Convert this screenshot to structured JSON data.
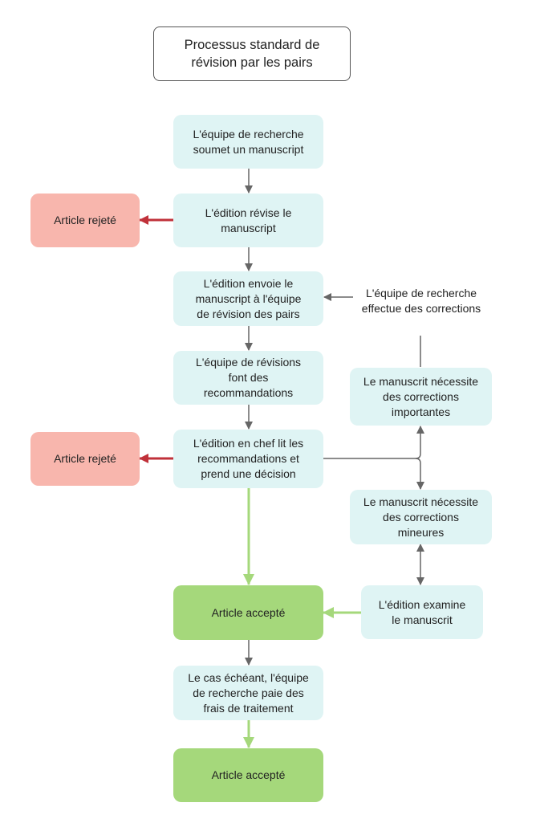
{
  "title": "Processus standard de\nrévision par les pairs",
  "nodes": {
    "submit": "L'équipe de recherche\nsoumet un manuscript",
    "edit_review": "L'édition révise le\nmanuscript",
    "send_peers": "L'édition envoie le\nmanuscript à l'équipe\nde révision des pairs",
    "recommend": "L'équipe de révisions\nfont des\nrecommandations",
    "decision": "L'édition en chef lit les\nrecommandations et\nprend une décision",
    "rejected_1": "Article rejeté",
    "rejected_2": "Article rejeté",
    "major": "Le manuscrit nécessite\ndes corrections\nimportantes",
    "minor": "Le manuscrit nécessite\ndes corrections\nmineures",
    "examine": "L'édition examine\nle manuscrit",
    "accepted_1": "Article accepté",
    "fees": "Le cas échéant, l'équipe\nde recherche paie des\nfrais de traitement",
    "accepted_2": "Article accepté"
  },
  "labels": {
    "corrections": "L'équipe de recherche\neffectue des corrections"
  },
  "colors": {
    "step": "#dff4f4",
    "rejected": "#f8b6ad",
    "accepted": "#a5d87b",
    "arrow_gray": "#666666",
    "arrow_red": "#c0313a",
    "arrow_green": "#a5d87b"
  }
}
